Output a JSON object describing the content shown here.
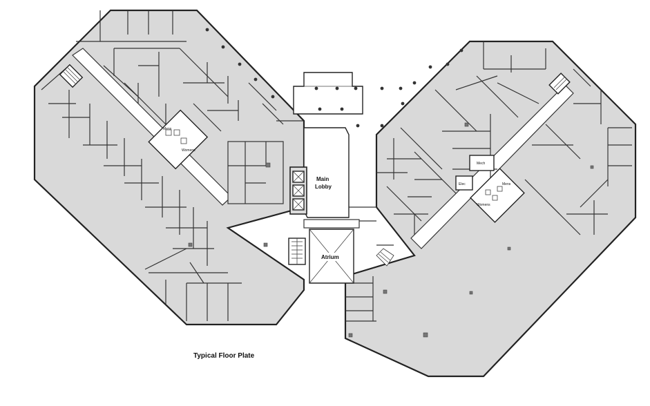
{
  "labels": {
    "main_lobby_line1": "Main",
    "main_lobby_line2": "Lobby",
    "atrium": "Atrium",
    "mech": "Mech",
    "elec": "Elec",
    "mens_left": "Mens",
    "womens_left": "Womens",
    "mens_right": "Mens",
    "womens_right": "Womens"
  },
  "caption": "Typical Floor Plate"
}
